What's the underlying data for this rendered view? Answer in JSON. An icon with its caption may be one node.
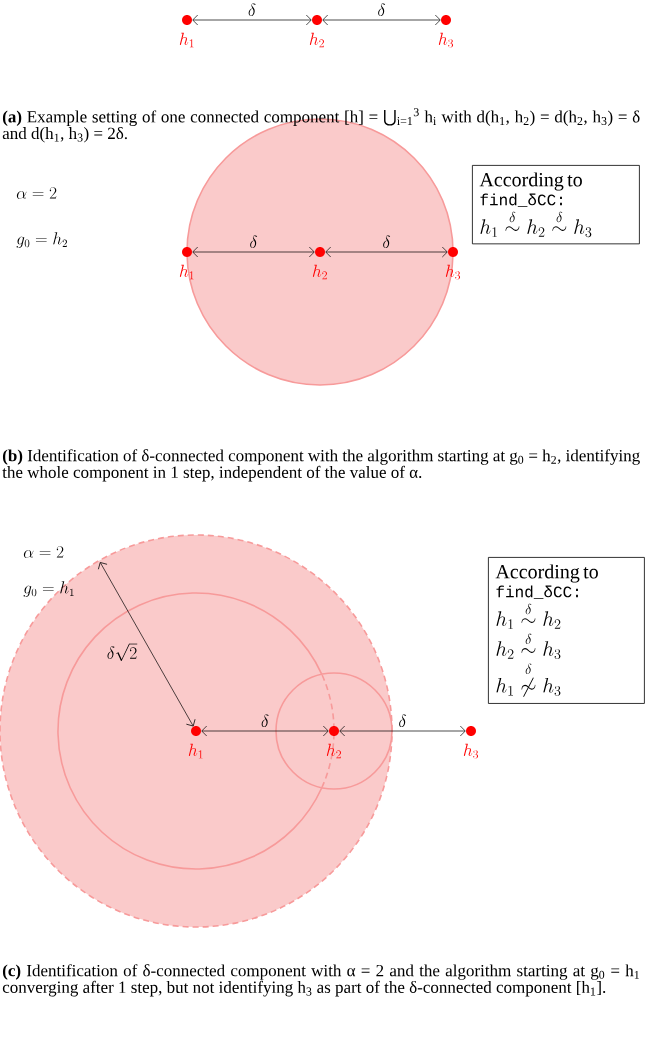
{
  "diagram": {
    "nodes": [
      {
        "text": [
          "h_1"
        ]
      },
      {
        "text": [
          "h_2"
        ]
      },
      {
        "text": [
          "h_3"
        ]
      },
      {
        "text": [
          "h_1"
        ]
      },
      {
        "text": [
          "h_2"
        ]
      },
      {
        "text": [
          "h_3"
        ]
      },
      {
        "text": [
          "According to",
          "find_δCC:",
          "h_1 \\stackrel{\\delta}{\\sim} h_2 \\stackrel{\\delta}{\\sim} h_3"
        ]
      },
      {
        "text": [
          "h_1"
        ]
      },
      {
        "text": [
          "h_2"
        ]
      },
      {
        "text": [
          "h_3"
        ]
      },
      {
        "text": [
          "According to",
          "find_δCC:",
          "h_1 \\stackrel{\\delta}{\\sim} h_2",
          "h_2 \\stackrel{\\delta}{\\sim} h_3",
          "h_1 \\stackrel{\\delta}{\\not\\sim} h_3"
        ]
      }
    ],
    "edges": [
      {
        "from": 0,
        "to": 1,
        "arrow": "both",
        "label": "\\delta"
      },
      {
        "from": 1,
        "to": 2,
        "arrow": "both",
        "label": "\\delta"
      },
      {
        "from": 3,
        "to": 4,
        "arrow": "both",
        "label": "\\delta"
      },
      {
        "from": 4,
        "to": 5,
        "arrow": "both",
        "label": "\\delta"
      },
      {
        "from": 7,
        "to": 8,
        "arrow": "both",
        "label": "\\delta"
      },
      {
        "from": 8,
        "to": 9,
        "arrow": "both",
        "label": "\\delta"
      }
    ],
    "labels": [
      "**(a)** Example setting of one connected component [h] = ⋃$_{i=1}$$^{3}$ h$_{i}$ with d(h$_{1}$, h$_{2}$) = d(h$_{2}$, h$_{3}$) = δ and d(h$_{1}$, h$_{3}$) = 2δ.",
      "\\alpha = 2",
      "g_0 = h_2",
      "**(b)** Identification of δ-connected component with the algorithm starting at g$_{0}$ = h$_{2}$, identifying the whole component in 1 step, independent of the value of α.",
      "\\alpha = 2",
      "g_0 = h_1",
      "\\delta\\sqrt{2}",
      "**(c)** Identification of δ-connected component with α = 2 and the algorithm starting at g$_{0}$ = h$_{1}$ converging after 1 step, but not identifying h$_{3}$ as part of the δ-connected component [h$_{1}$]."
    ]
  }
}
